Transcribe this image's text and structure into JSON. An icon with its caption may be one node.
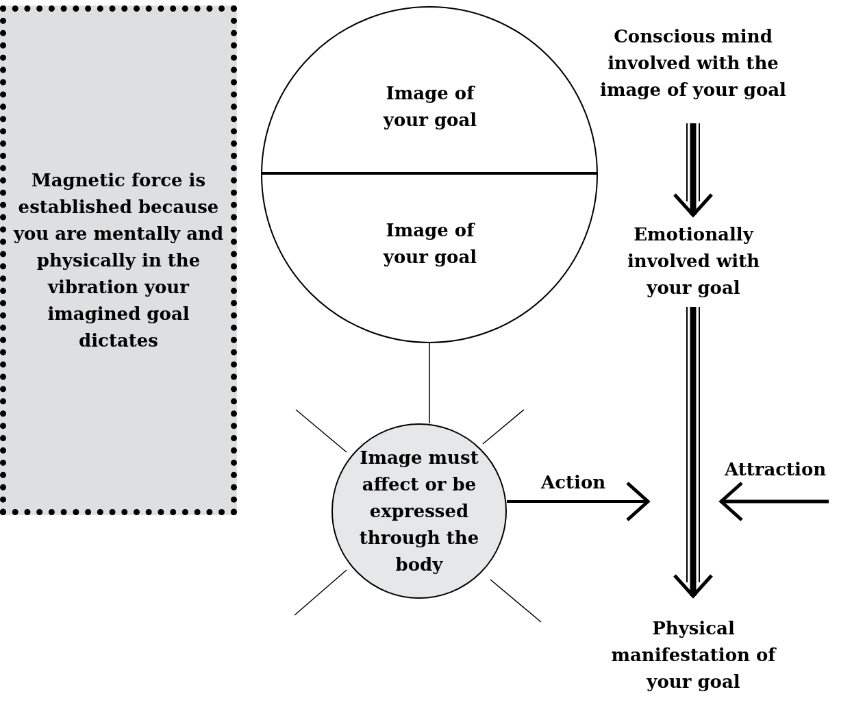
{
  "diagram": {
    "nodes": [
      {
        "text": [
          "Magnetic force is established because you are mentally and physically in the vibration your imagined goal dictates"
        ]
      },
      {
        "text": [],
        "shape": "circle"
      },
      {
        "text": [
          "Image of your goal"
        ],
        "in": 1
      },
      {
        "text": [
          "Image of your goal"
        ],
        "in": 1
      },
      {
        "text": [
          "Image must affect or be expressed through the body"
        ]
      },
      {
        "text": [
          "Conscious mind involved with the image of your goal"
        ]
      },
      {
        "text": [
          "Emotionally involved with your goal"
        ]
      },
      {
        "text": [
          "Physical manifestation of your goal"
        ]
      }
    ],
    "edges": [
      {
        "from": 1,
        "to": 4,
        "arrow": "none"
      },
      {
        "from": 5,
        "to": 6,
        "arrow": "to",
        "style": "thick"
      },
      {
        "from": 6,
        "to": 7,
        "arrow": "to",
        "style": "thick"
      },
      {
        "from": 4,
        "to": null,
        "arrow": "to",
        "label": "Action"
      }
    ],
    "labels": [
      "Attraction"
    ]
  }
}
